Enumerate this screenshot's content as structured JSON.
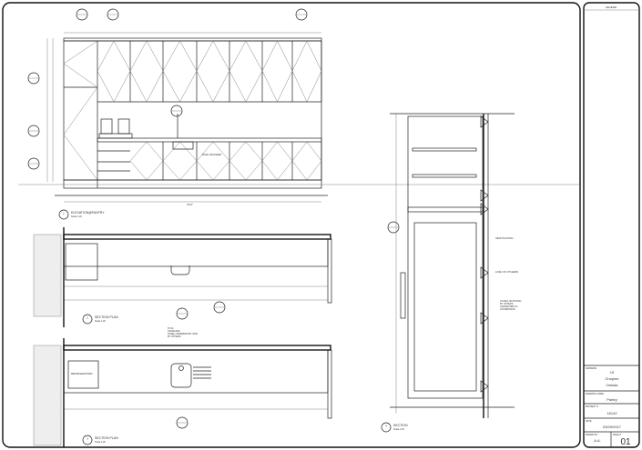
{
  "sheet": {
    "views": [
      {
        "number": "1",
        "sheet": "A1",
        "title": "ELEVATION@PANTRY",
        "scale": "Scale 1:20"
      },
      {
        "number": "2",
        "sheet": "A1",
        "title": "SECTION PLAN",
        "scale": "Scale 1:20"
      },
      {
        "number": "3",
        "sheet": "A1",
        "title": "SECTION PLAN",
        "scale": "Scale 1:20"
      },
      {
        "number": "4",
        "sheet": "A1",
        "title": "SECTION",
        "scale": "Scale 1:20"
      }
    ],
    "annotations": {
      "dishwasher": "DISH WASHER",
      "refrigerator": "REFRIGERATOR",
      "sink_note": [
        "ST-01",
        "STAINLESS",
        "STEEL UNDERMOUNT SINK",
        "BY OTHERS"
      ],
      "ventilation": "VENTILATION",
      "line_of_others": "LINE OF OTHERS",
      "wall_blocking": [
        "IN WALL BLOCKING",
        "BY OTHERS",
        "CARPENTER TO",
        "COORDINATE"
      ],
      "overall_dim": "4727"
    }
  },
  "title_block": {
    "legend_label": "LEGEND",
    "address_label": "ADDRESS",
    "address_lines": [
      "15",
      "Chopine",
      "Ostoda"
    ],
    "drawing_name_label": "DRAWING NAME",
    "drawing_name": "Pantry",
    "project_label": "PROJECT #",
    "project": "15142",
    "date_label": "DATE",
    "date": "03/29/2017",
    "drawn_by_label": "DRAWN BY",
    "drawn_by": "A.A.",
    "page_label": "PAGE #",
    "page": "01"
  }
}
